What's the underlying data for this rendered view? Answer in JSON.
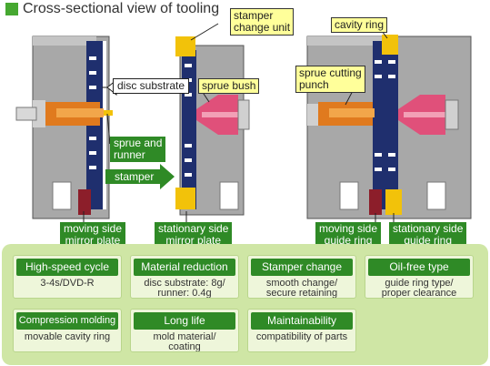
{
  "title": "Cross-sectional view of tooling",
  "labels": {
    "disc_substrate": "disc substrate",
    "sprue_and_runner": "sprue and\nrunner",
    "stamper": "stamper",
    "moving_side_mirror_plate": "moving side\nmirror plate",
    "stamper_change_unit": "stamper\nchange unit",
    "sprue_bush": "sprue bush",
    "stationary_side_mirror_plate": "stationary side\nmirror plate",
    "cavity_ring": "cavity ring",
    "sprue_cutting_punch": "sprue cutting\npunch",
    "moving_side_guide_ring": "moving side\nguide ring",
    "stationary_side_guide_ring": "stationary side\nguide ring"
  },
  "features": [
    {
      "title": "High-speed cycle",
      "body": "3-4s/DVD-R"
    },
    {
      "title": "Material reduction",
      "body": "disc substrate: 8g/\nrunner: 0.4g"
    },
    {
      "title": "Stamper change",
      "body": "smooth change/\nsecure retaining"
    },
    {
      "title": "Oil-free type",
      "body": "guide ring type/\nproper clearance"
    },
    {
      "title": "Compression molding",
      "body": "movable cavity ring"
    },
    {
      "title": "Long life",
      "body": "mold material/\ncoating"
    },
    {
      "title": "Maintainability",
      "body": "compatibility of parts"
    }
  ],
  "colors": {
    "accent_green": "#2f8a26",
    "panel_green": "#cfe6a5",
    "label_yellow": "#ffff9a",
    "steel_gray": "#9a9a9a",
    "resin_pink": "#e0507a",
    "sprue_orange": "#e07a1e",
    "plate_navy": "#1f2f6e",
    "ring_red": "#8c1e2a",
    "ring_yellow": "#f2c20a"
  }
}
